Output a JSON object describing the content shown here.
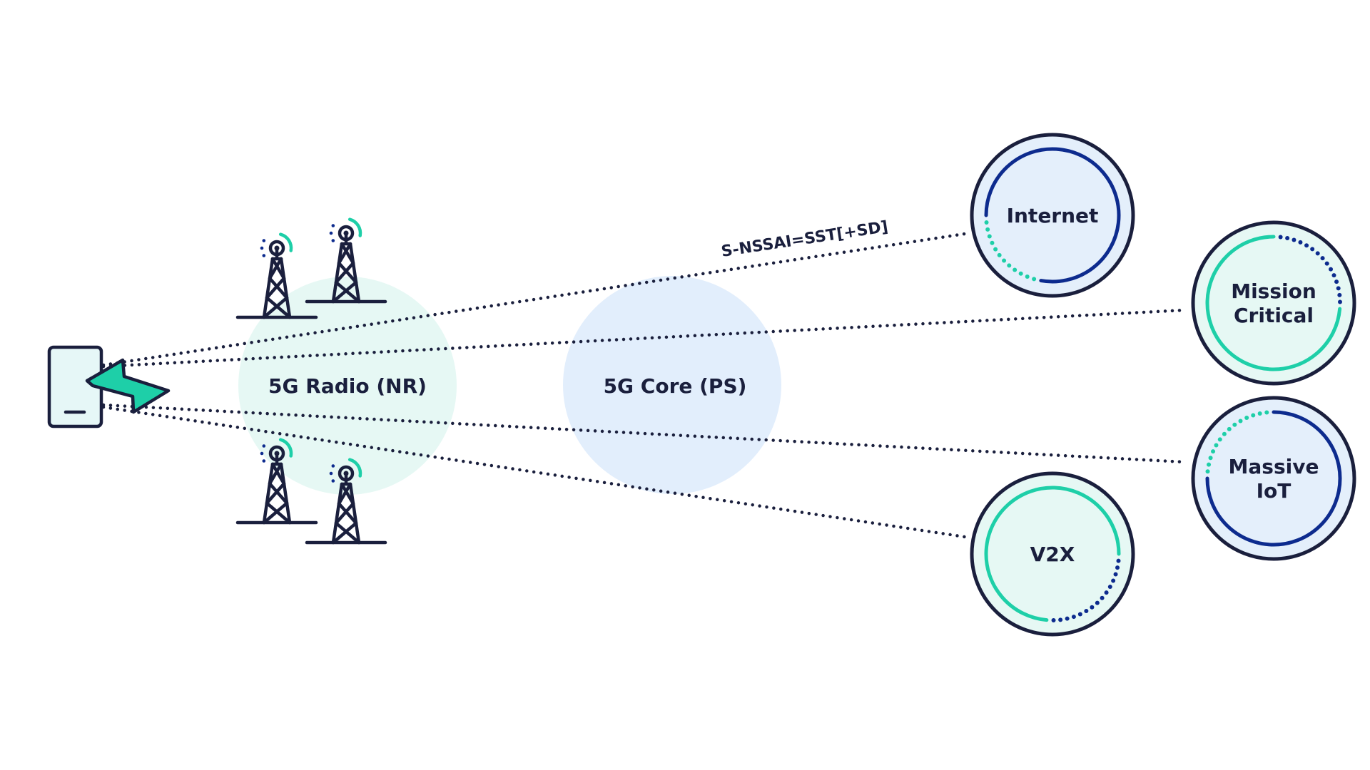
{
  "diagram": {
    "title": "5G Network Slicing",
    "colors": {
      "ink": "#1a1f3d",
      "teal": "#1ecfa8",
      "navy": "#0d2b8e",
      "radio_fill": "#e6f8f4",
      "core_fill": "#e2eefc",
      "phone_fill": "#e6f7f7",
      "slice_fill_blue": "#e4effb",
      "slice_fill_mint": "#e6f8f4"
    },
    "device": {
      "name": "User Equipment (phone)",
      "icon": "phone-icon",
      "signal_icon": "lightning-bolt-icon"
    },
    "zones": [
      {
        "id": "radio",
        "label": "5G Radio (NR)",
        "icon": "cell-tower-icon",
        "tower_count": 4
      },
      {
        "id": "core",
        "label": "5G Core (PS)"
      }
    ],
    "link_label": "S-NSSAI=SST[+SD]",
    "slices": [
      {
        "id": "internet",
        "label_lines": [
          "Internet"
        ],
        "theme": "blue"
      },
      {
        "id": "mission-critical",
        "label_lines": [
          "Mission",
          "Critical"
        ],
        "theme": "mint"
      },
      {
        "id": "massive-iot",
        "label_lines": [
          "Massive",
          "IoT"
        ],
        "theme": "blue"
      },
      {
        "id": "v2x",
        "label_lines": [
          "V2X"
        ],
        "theme": "mint"
      }
    ]
  }
}
